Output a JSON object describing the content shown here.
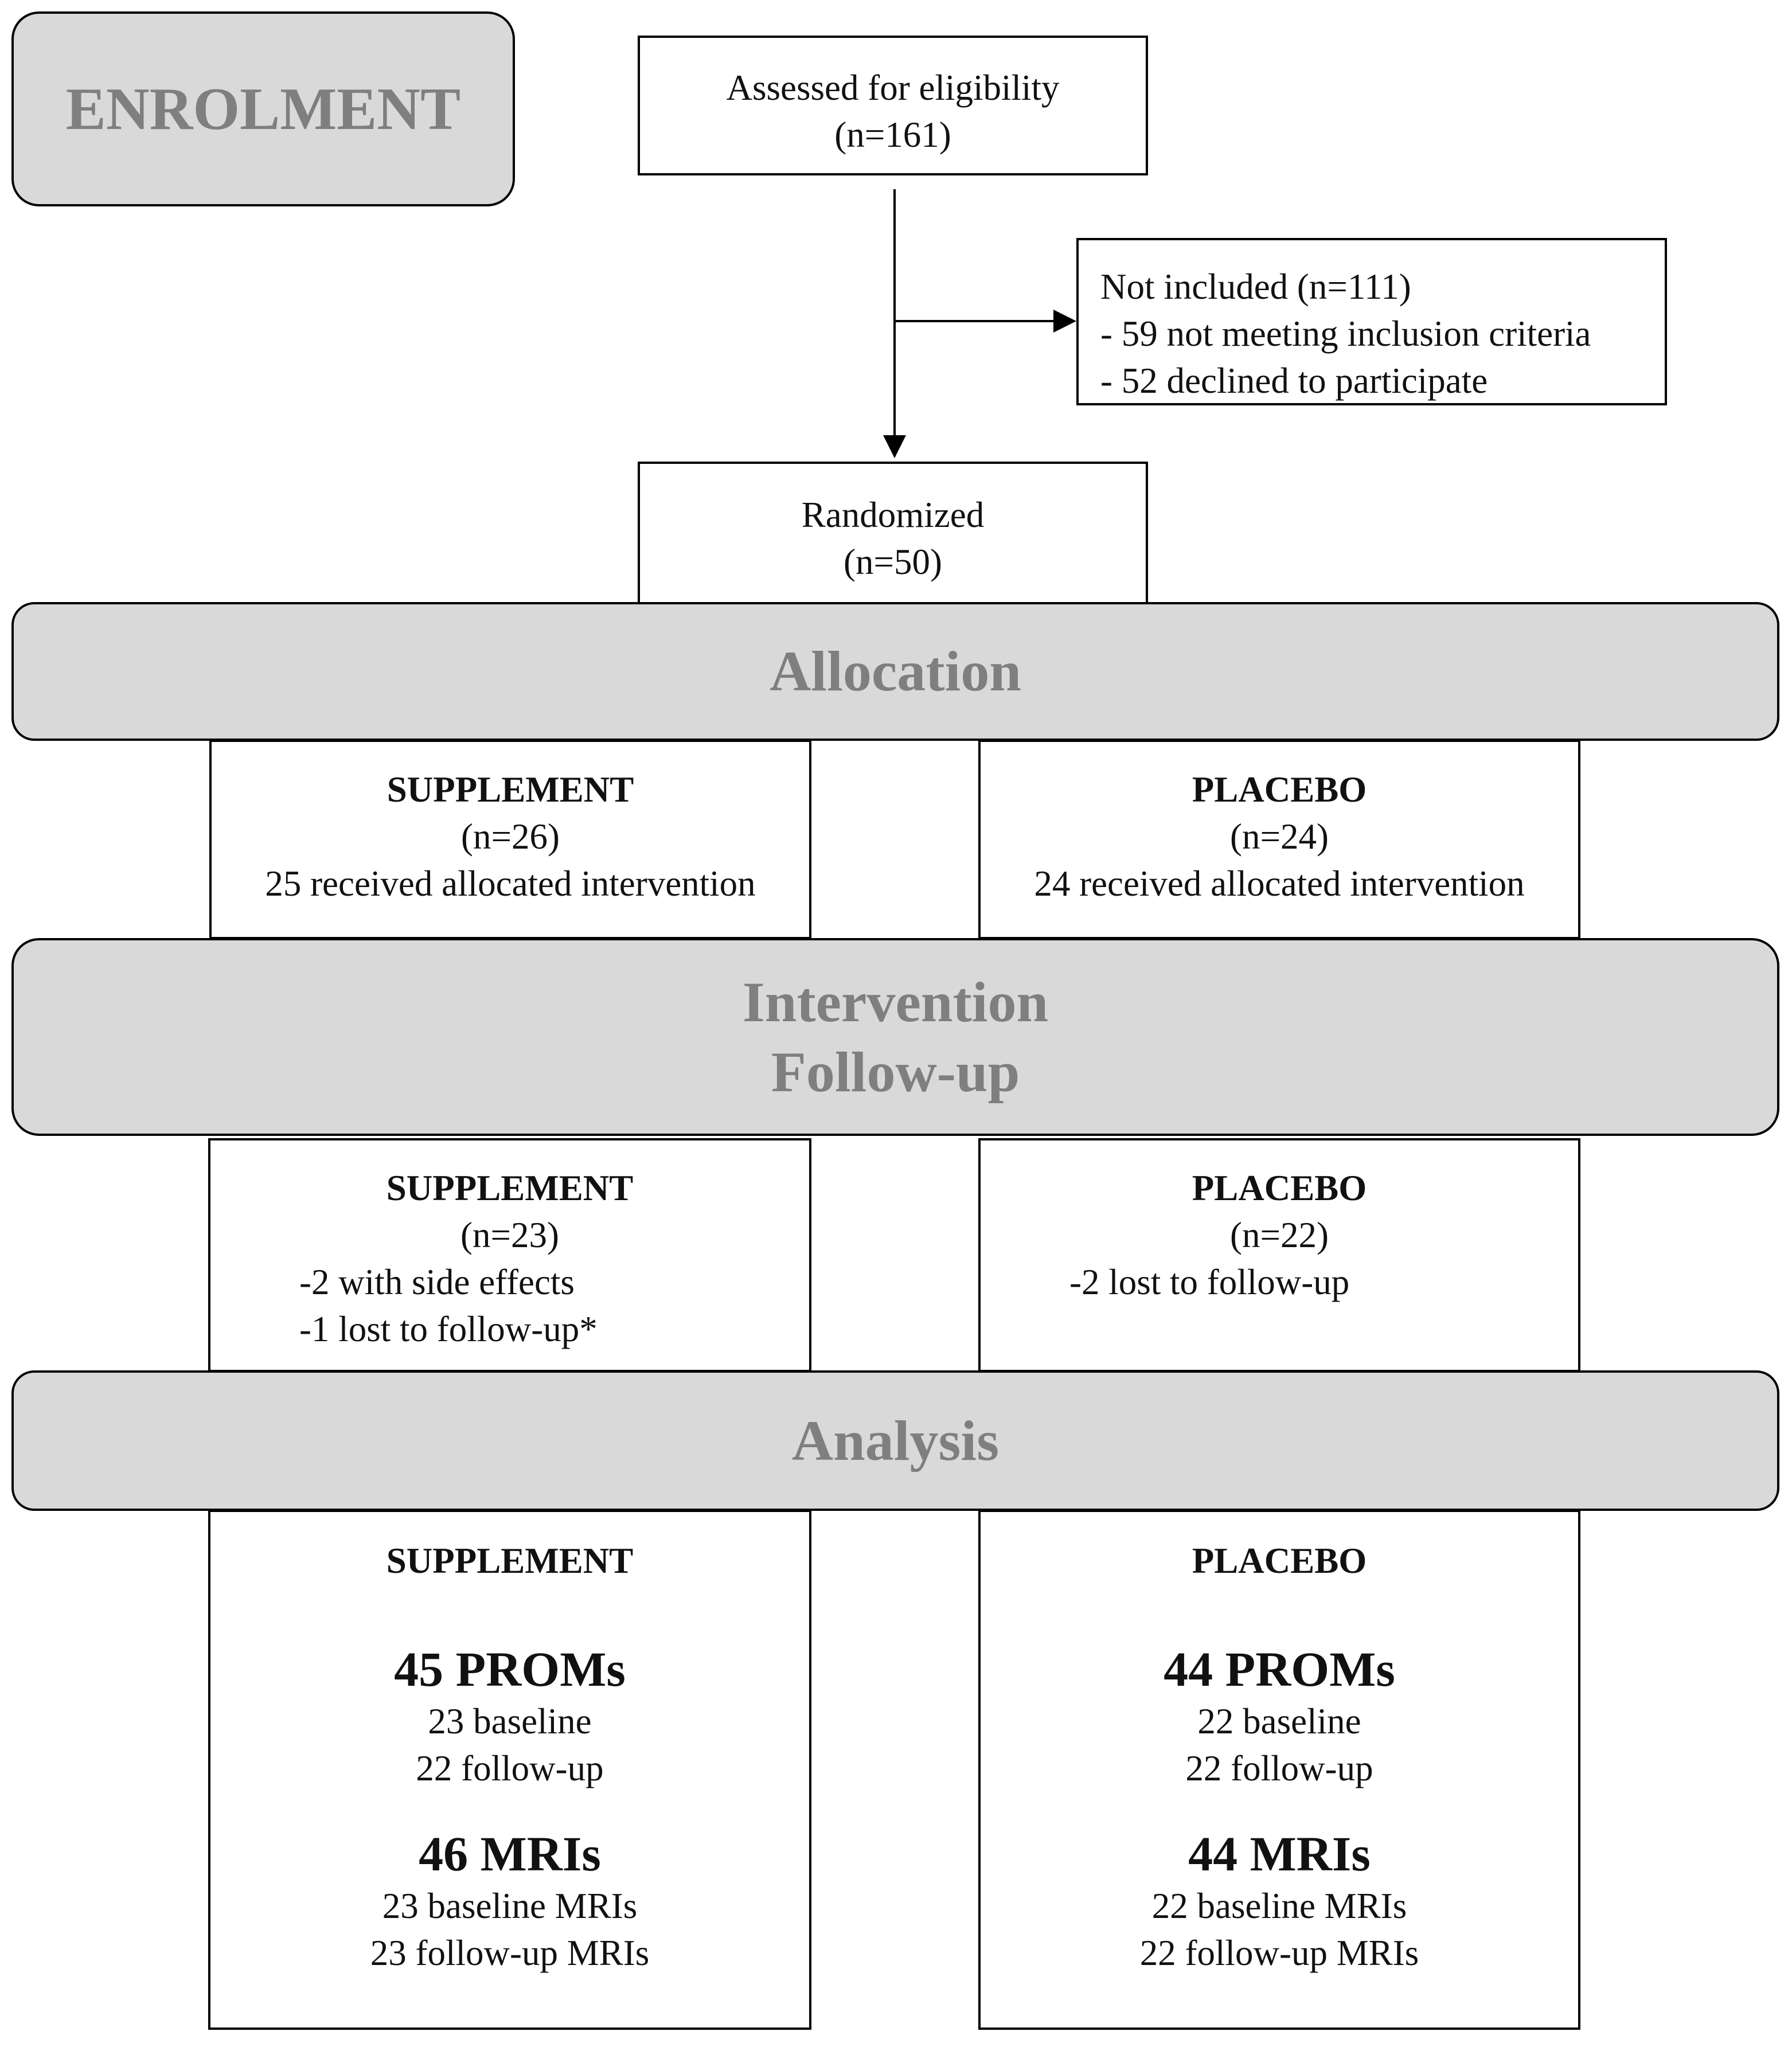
{
  "stages": {
    "enrolment": "ENROLMENT",
    "allocation": "Allocation",
    "intervention_line1": "Intervention",
    "intervention_line2": "Follow-up",
    "analysis": "Analysis"
  },
  "assessed": {
    "title": "Assessed for eligibility",
    "n": "(n=161)"
  },
  "not_included": {
    "title": "Not included  (n=111)",
    "reasons": [
      "- 59 not meeting inclusion criteria",
      "- 52 declined to participate"
    ]
  },
  "randomized": {
    "title": "Randomized",
    "n": "(n=50)"
  },
  "allocation": {
    "supplement": {
      "label": "SUPPLEMENT",
      "n": "(n=26)",
      "note": "25 received allocated intervention"
    },
    "placebo": {
      "label": "PLACEBO",
      "n": "(n=24)",
      "note": "24 received allocated intervention"
    }
  },
  "followup": {
    "supplement": {
      "label": "SUPPLEMENT",
      "n": "(n=23)",
      "notes": [
        "-2 with side effects",
        "-1 lost to follow-up*"
      ]
    },
    "placebo": {
      "label": "PLACEBO",
      "n": "(n=22)",
      "notes": [
        "-2 lost to follow-up"
      ]
    }
  },
  "analysis": {
    "supplement": {
      "label": "SUPPLEMENT",
      "proms": "45 PROMs",
      "proms_baseline": "23 baseline",
      "proms_followup": "22 follow-up",
      "mris": "46 MRIs",
      "mris_baseline": "23 baseline MRIs",
      "mris_followup": "23 follow-up MRIs"
    },
    "placebo": {
      "label": "PLACEBO",
      "proms": "44 PROMs",
      "proms_baseline": "22 baseline",
      "proms_followup": "22 follow-up",
      "mris": "44 MRIs",
      "mris_baseline": "22 baseline MRIs",
      "mris_followup": "22 follow-up MRIs"
    }
  }
}
